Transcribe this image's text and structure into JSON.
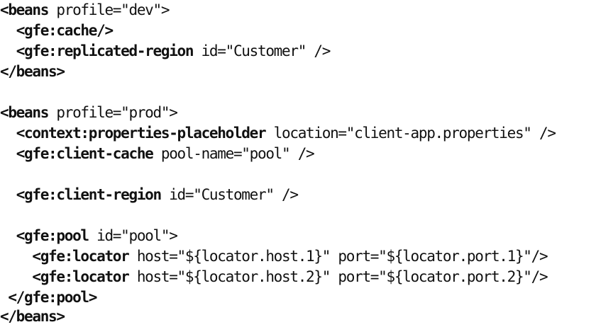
{
  "code": {
    "lines": [
      {
        "indent": "",
        "open": "<beans",
        "rest": " profile=\"dev\">"
      },
      {
        "indent": "  ",
        "open": "<gfe:cache/>",
        "rest": ""
      },
      {
        "indent": "  ",
        "open": "<gfe:replicated-region",
        "rest": " id=\"Customer\" />"
      },
      {
        "indent": "",
        "open": "</beans>",
        "rest": ""
      },
      {
        "indent": "",
        "open": "",
        "rest": ""
      },
      {
        "indent": "",
        "open": "<beans",
        "rest": " profile=\"prod\">"
      },
      {
        "indent": "  ",
        "open": "<context:properties-placeholder",
        "rest": " location=\"client-app.properties\" />"
      },
      {
        "indent": "  ",
        "open": "<gfe:client-cache",
        "rest": " pool-name=\"pool\" />"
      },
      {
        "indent": "",
        "open": "",
        "rest": ""
      },
      {
        "indent": "  ",
        "open": "<gfe:client-region",
        "rest": " id=\"Customer\" />"
      },
      {
        "indent": "",
        "open": "",
        "rest": ""
      },
      {
        "indent": "  ",
        "open": "<gfe:pool",
        "rest": " id=\"pool\">"
      },
      {
        "indent": "    ",
        "open": "<gfe:locator",
        "rest": " host=\"${locator.host.1}\" port=\"${locator.port.1}\"/>"
      },
      {
        "indent": "    ",
        "open": "<gfe:locator",
        "rest": " host=\"${locator.host.2}\" port=\"${locator.port.2}\"/>"
      },
      {
        "indent": " ",
        "open": "</gfe:pool>",
        "rest": ""
      },
      {
        "indent": "",
        "open": "</beans>",
        "rest": ""
      }
    ]
  }
}
